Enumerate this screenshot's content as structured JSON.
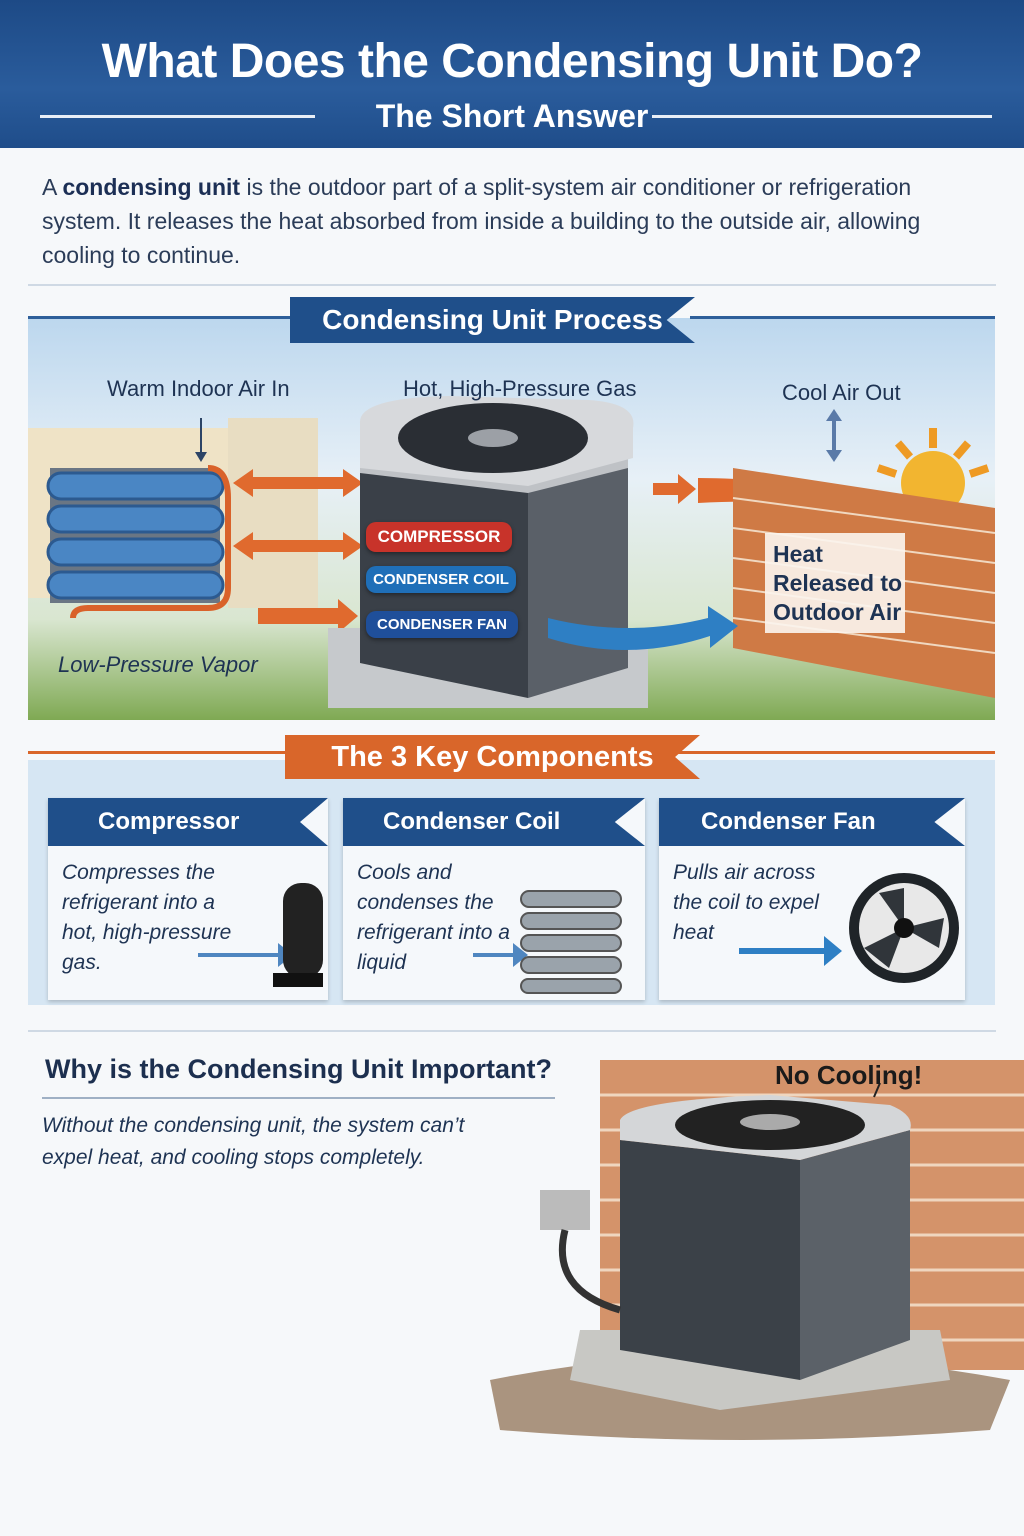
{
  "header": {
    "title": "What Does the Condensing Unit Do?",
    "subtitle": "The Short Answer"
  },
  "intro": {
    "pre": "A ",
    "bold": "condensing unit",
    "post": " is the outdoor part of a split-system air conditioner or refrigeration system. It releases the heat absorbed from inside a building to the outside air, allowing cooling to continue."
  },
  "process": {
    "title": "Condensing Unit Process",
    "labels": {
      "warm_in": "Warm Indoor Air In",
      "hot_gas": "Hot, High-Pressure Gas",
      "cool_out": "Cool Air Out",
      "low_vapor": "Low-Pressure Vapor",
      "heat_released": "Heat Released to Outdoor Air"
    },
    "tags": [
      {
        "label": "COMPRESSOR",
        "color": "#c8332a"
      },
      {
        "label": "CONDENSER COIL",
        "color": "#1f6fb8"
      },
      {
        "label": "CONDENSER FAN",
        "color": "#1f4f9a"
      }
    ]
  },
  "components": {
    "title": "The 3 Key Components",
    "cards": [
      {
        "title": "Compressor",
        "text": "Compresses the refrigerant into a hot, high-pressure gas."
      },
      {
        "title": "Condenser Coil",
        "text": "Cools and condenses the refrigerant into a liquid"
      },
      {
        "title": "Condenser Fan",
        "text": "Pulls air across the coil to expel heat"
      }
    ]
  },
  "why": {
    "heading": "Why is the Condensing Unit Important?",
    "text": "Without the condensing unit, the system can’t expel heat, and cooling stops completely.",
    "callout": "No Cooling!"
  },
  "colors": {
    "brand_blue": "#1f4f8a",
    "accent_orange": "#d9662a"
  }
}
